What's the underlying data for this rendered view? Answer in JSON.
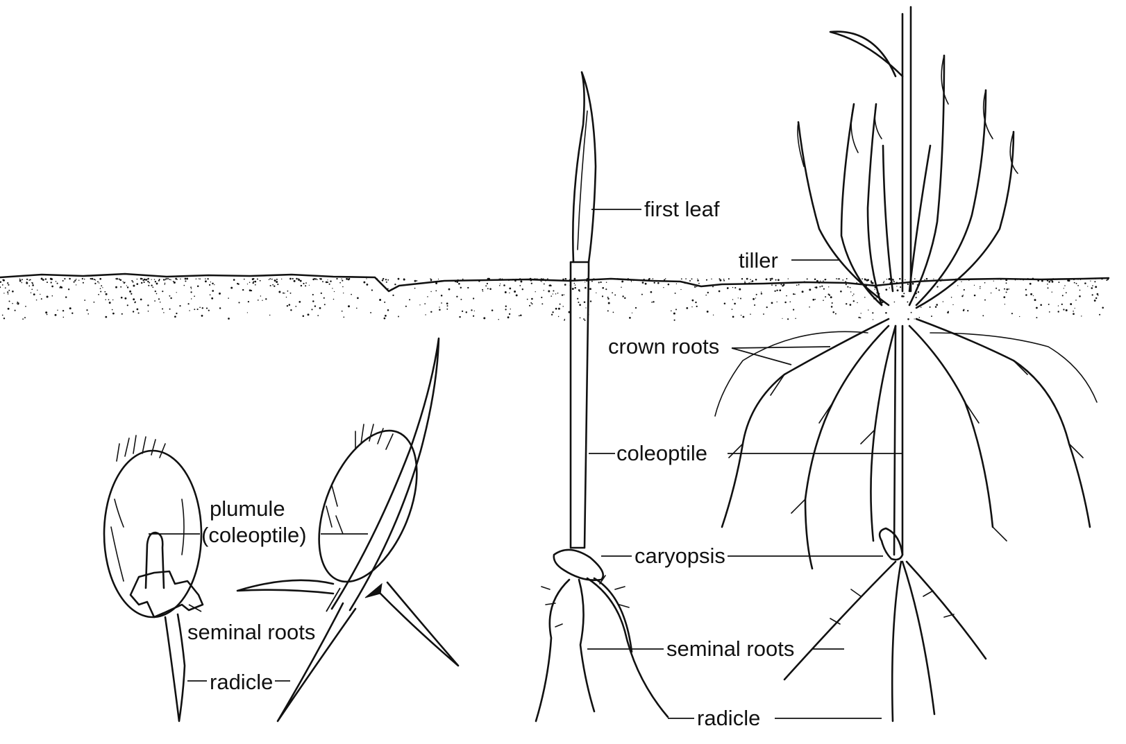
{
  "labels": {
    "plumule": "plumule",
    "coleoptile_paren": "(coleoptile)",
    "seminal_roots_1": "seminal roots",
    "radicle_1": "radicle",
    "first_leaf": "first leaf",
    "tiller": "tiller",
    "crown_roots": "crown roots",
    "coleoptile": "coleoptile",
    "caryopsis": "caryopsis",
    "seminal_roots_2": "seminal roots",
    "radicle_2": "radicle"
  },
  "colors": {
    "ink": "#111111",
    "paper": "#ffffff"
  }
}
